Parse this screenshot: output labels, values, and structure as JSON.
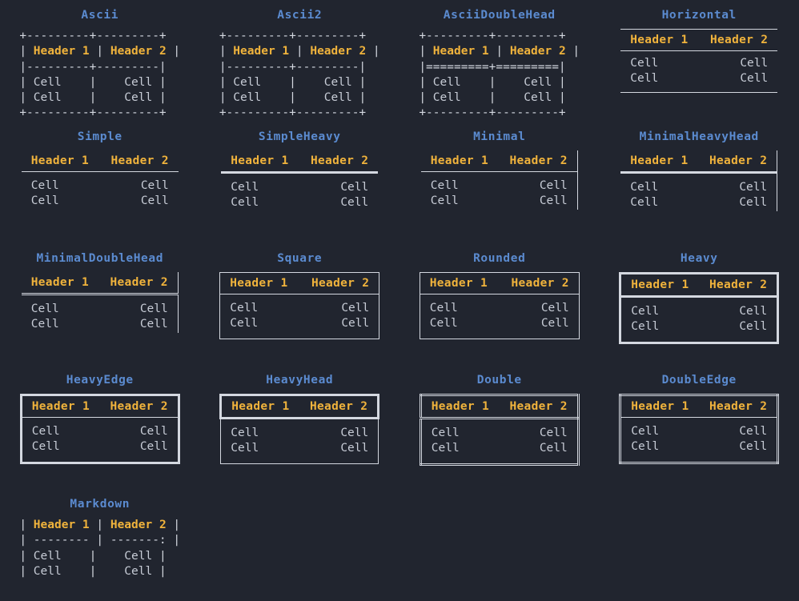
{
  "page": {
    "background_color": "#21252f",
    "title_color": "#5b8bd0",
    "header_color": "#f0b33c",
    "cell_color": "#c7ccd6",
    "line_color": "#d4d8e0",
    "columns": 4,
    "rows": 5,
    "total_tables": 17
  },
  "common": {
    "header_1": "Header 1",
    "header_2": "Header 2",
    "cell": "Cell",
    "rows": [
      [
        "Cell",
        "Cell"
      ],
      [
        "Cell",
        "Cell"
      ]
    ]
  },
  "tables": [
    {
      "id": "ascii",
      "title": "Ascii",
      "render": "art",
      "lines": [
        "+---------+---------+",
        "| Header 1 | Header 2 |",
        "|----------|----------|",
        "| Cell    |    Cell |",
        "| Cell    |    Cell |",
        "+---------+---------+"
      ],
      "art": {
        "top": "+----------+----------+",
        "hrow_l": "| ",
        "hrow_m": " | ",
        "hrow_r": " |",
        "mid": "|----------+----------|",
        "bottom": "+----------+----------+",
        "bodyrow_l": "| ",
        "bodyrow_m": " |",
        "bodyrow_r": " |"
      }
    },
    {
      "id": "ascii2",
      "title": "Ascii2",
      "render": "art",
      "art": {
        "top": "+----------+----------+",
        "mid": "|----------+----------|",
        "bottom": "+----------+----------+"
      }
    },
    {
      "id": "ascii-double-head",
      "title": "AsciiDoubleHead",
      "render": "art",
      "art": {
        "top": "+----------+----------+",
        "mid": "|==========+==========|",
        "bottom": "+----------+----------+"
      }
    },
    {
      "id": "horizontal",
      "title": "Horizontal",
      "render": "css",
      "style_class": "s-horizontal"
    },
    {
      "id": "simple",
      "title": "Simple",
      "render": "css",
      "style_class": "s-simple"
    },
    {
      "id": "simple-heavy",
      "title": "SimpleHeavy",
      "render": "css",
      "style_class": "s-simpleheavy"
    },
    {
      "id": "minimal",
      "title": "Minimal",
      "render": "css",
      "style_class": "s-minimal"
    },
    {
      "id": "minimal-heavy-head",
      "title": "MinimalHeavyHead",
      "render": "css",
      "style_class": "s-minimalheavy"
    },
    {
      "id": "minimal-double-head",
      "title": "MinimalDoubleHead",
      "render": "css",
      "style_class": "s-minimaldouble"
    },
    {
      "id": "square",
      "title": "Square",
      "render": "css",
      "style_class": "s-square"
    },
    {
      "id": "rounded",
      "title": "Rounded",
      "render": "css",
      "style_class": "s-rounded"
    },
    {
      "id": "heavy",
      "title": "Heavy",
      "render": "css",
      "style_class": "s-heavy"
    },
    {
      "id": "heavy-edge",
      "title": "HeavyEdge",
      "render": "css",
      "style_class": "s-heavyedge"
    },
    {
      "id": "heavy-head",
      "title": "HeavyHead",
      "render": "css",
      "style_class": "s-heavyhead"
    },
    {
      "id": "double",
      "title": "Double",
      "render": "css",
      "style_class": "s-double"
    },
    {
      "id": "double-edge",
      "title": "DoubleEdge",
      "render": "css",
      "style_class": "s-doubleedge"
    },
    {
      "id": "markdown",
      "title": "Markdown",
      "render": "art",
      "art": {
        "sep_left": "| -------- | -------: |"
      }
    }
  ],
  "titles": {
    "ascii": "Ascii",
    "ascii2": "Ascii2",
    "ascii_double_head": "AsciiDoubleHead",
    "horizontal": "Horizontal",
    "simple": "Simple",
    "simple_heavy": "SimpleHeavy",
    "minimal": "Minimal",
    "minimal_heavy_head": "MinimalHeavyHead",
    "minimal_double_head": "MinimalDoubleHead",
    "square": "Square",
    "rounded": "Rounded",
    "heavy": "Heavy",
    "heavy_edge": "HeavyEdge",
    "heavy_head": "HeavyHead",
    "double": "Double",
    "double_edge": "DoubleEdge",
    "markdown": "Markdown"
  },
  "art_lines": {
    "ascii": {
      "l1": "+---------+---------+",
      "l2_a": "| ",
      "l2_h1": "Header 1",
      "l2_b": " | ",
      "l2_h2": "Header 2",
      "l2_c": " |",
      "l3": "|---------+---------|",
      "l4_a": "| ",
      "l4_c1": "Cell",
      "l4_b": "    |    ",
      "l4_c2": "Cell",
      "l4_c": " |",
      "l5_a": "| ",
      "l5_c1": "Cell",
      "l5_b": "    |    ",
      "l5_c2": "Cell",
      "l5_c": " |",
      "l6": "+---------+---------+"
    },
    "ascii2": {
      "l1": "+---------+---------+",
      "l3": "|---------+---------|",
      "l6": "+---------+---------+"
    },
    "ascii_double_head": {
      "l1": "+---------+---------+",
      "l3": "|=========+=========|",
      "l6": "+---------+---------+"
    },
    "markdown": {
      "l1_a": "| ",
      "l1_h1": "Header 1",
      "l1_b": " | ",
      "l1_h2": "Header 2",
      "l1_c": " |",
      "l2": "| -------- | -------: |",
      "l3_a": "| ",
      "l3_c1": "Cell",
      "l3_b": "    |    ",
      "l3_c2": "Cell",
      "l3_c": " |",
      "l4_a": "| ",
      "l4_c1": "Cell",
      "l4_b": "    |    ",
      "l4_c2": "Cell",
      "l4_c": " |"
    }
  }
}
